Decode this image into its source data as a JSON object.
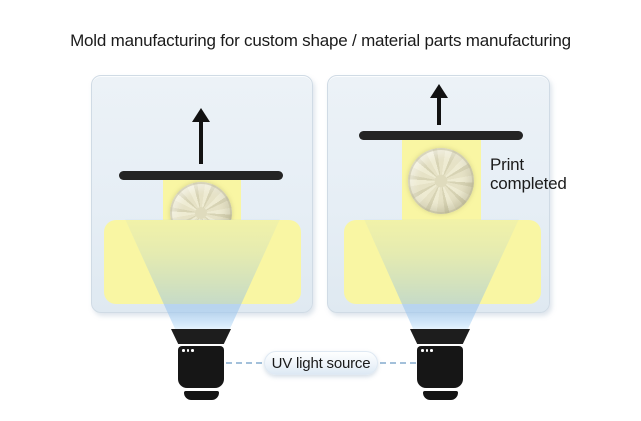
{
  "title": "Mold manufacturing for custom shape / material parts manufacturing",
  "right_panel": {
    "caption": "Print completed"
  },
  "uv_source": {
    "label": "UV light source"
  },
  "colors": {
    "background": "#ffffff",
    "panel_blue": "#e8eff5",
    "panel_border": "#d0dbe5",
    "resin_yellow": "#f9f6a3",
    "beam_blue": "#c8def2",
    "part_cream": "#e6e2c6",
    "plate_black": "#242424",
    "lamp_black": "#161616",
    "connector_dash_blue": "#a3c0da",
    "text_ink": "#1b1b1b"
  },
  "icons": {
    "up-arrow-icon": "black upward arrow (lift direction)",
    "build-plate": "black horizontal bar",
    "impeller-icon": "cream turbine impeller (printed part)",
    "resin-vat": "yellow rounded tank",
    "light-cone": "UV beam trapezoid",
    "uv-lamp-icon": "black projector lamp",
    "power-indicator-dots": "three white dots"
  }
}
